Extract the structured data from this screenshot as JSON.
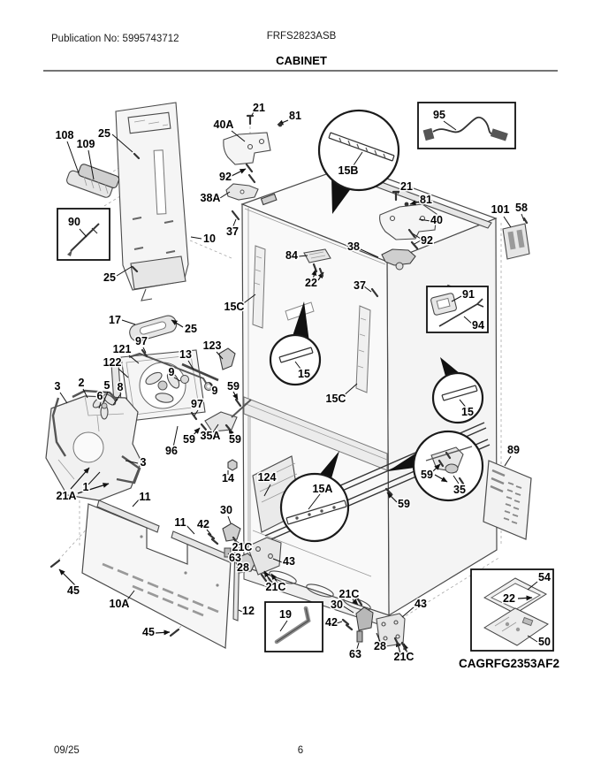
{
  "page": {
    "publication": "Publication No: 5995743712",
    "model": "FRFS2823ASB",
    "section_title": "CABINET",
    "diagram_code": "CAGRFG2353AF2",
    "footer_date": "09/25",
    "footer_page": "6"
  },
  "colors": {
    "background": "#ffffff",
    "line_art": "#4a4a4a",
    "text": "#000000"
  },
  "callouts": [
    "25",
    "108",
    "109",
    "90",
    "10",
    "25",
    "40A",
    "21",
    "81",
    "92",
    "38A",
    "37",
    "15B",
    "95",
    "21",
    "81",
    "40",
    "92",
    "101",
    "58",
    "84",
    "38",
    "22",
    "37",
    "15C",
    "91",
    "94",
    "15",
    "15C",
    "15",
    "17",
    "25",
    "97",
    "121",
    "122",
    "13",
    "123",
    "9",
    "9",
    "59",
    "3",
    "2",
    "5",
    "8",
    "6",
    "97",
    "59",
    "35A",
    "59",
    "96",
    "3",
    "14",
    "21A",
    "1",
    "11",
    "11",
    "42",
    "30",
    "21C",
    "63",
    "28",
    "45",
    "10A",
    "45",
    "12",
    "124",
    "15A",
    "59",
    "59",
    "35",
    "89",
    "43",
    "21C",
    "21C",
    "19",
    "30",
    "42",
    "63",
    "28",
    "43",
    "21C",
    "54",
    "22",
    "50"
  ]
}
